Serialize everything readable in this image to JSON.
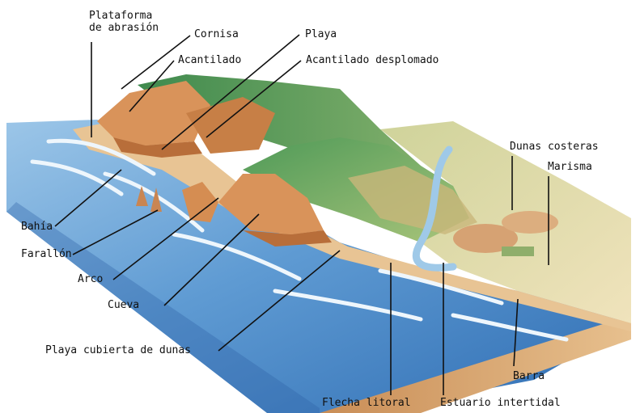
{
  "diagram": {
    "labels": {
      "plataforma_1": "Plataforma",
      "plataforma_2": "de abrasión",
      "cornisa": "Cornisa",
      "playa": "Playa",
      "acantilado": "Acantilado",
      "acantilado_desplomado": "Acantilado desplomado",
      "dunas_costeras": "Dunas costeras",
      "marisma": "Marisma",
      "bahia": "Bahía",
      "farallon": "Farallón",
      "arco": "Arco",
      "cueva": "Cueva",
      "playa_dunas": "Playa cubierta de dunas",
      "barra": "Barra",
      "flecha_litoral": "Flecha litoral",
      "estuario": "Estuario intertidal"
    },
    "colors": {
      "sea_deep": "#3f7fc4",
      "sea_light": "#9cc6e8",
      "foam": "#e9f3fb",
      "cliff": "#d9935a",
      "cliff_dark": "#b86e3a",
      "sand": "#e8c494",
      "grass_dark": "#3f8a4e",
      "grass_light": "#a9c47a",
      "land_far": "#d9dca0",
      "soil_side": "#d2a06a"
    }
  }
}
